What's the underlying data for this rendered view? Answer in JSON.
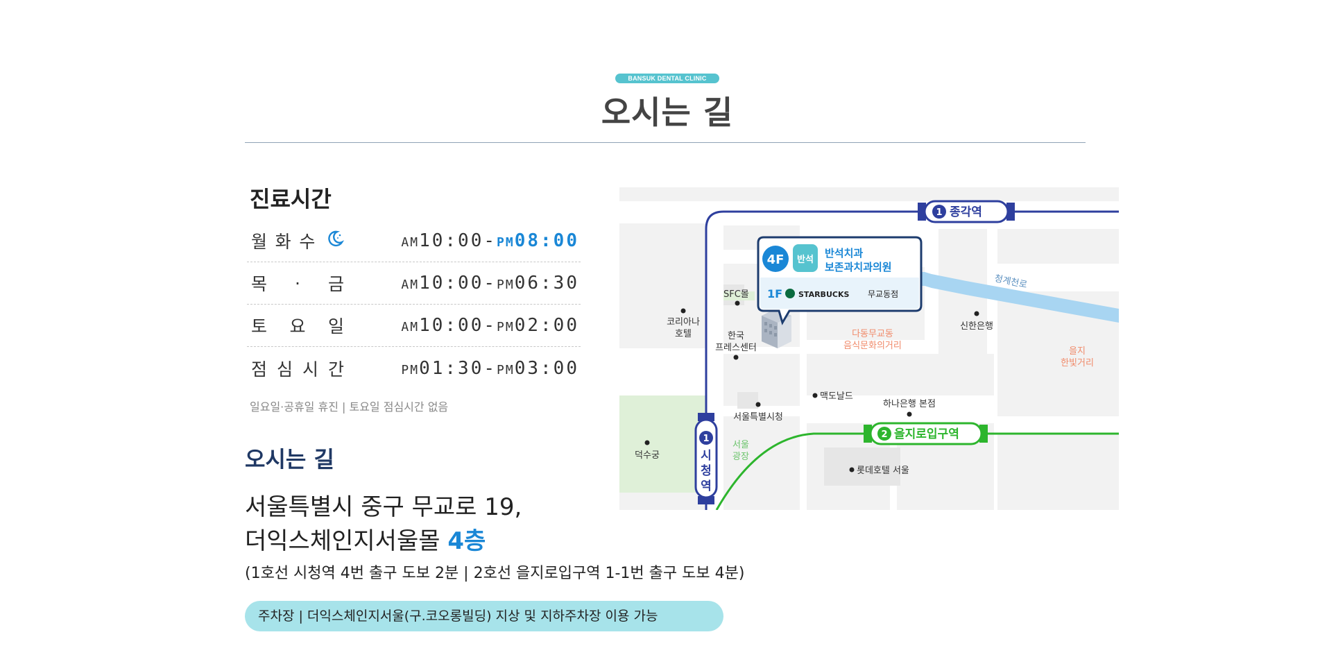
{
  "header": {
    "badge": "BANSUK DENTAL CLINIC",
    "title": "오시는 길"
  },
  "hours": {
    "title": "진료시간",
    "rows": [
      {
        "day_chars": [
          "월",
          "화",
          "수"
        ],
        "am": "AM",
        "start": "10:00",
        "sep": "-",
        "pm": "PM",
        "end": "08:00",
        "night_icon": "moon-icon",
        "highlight": "#1a87d6"
      },
      {
        "day_chars": [
          "목",
          "·",
          "금"
        ],
        "am": "AM",
        "start": "10:00",
        "sep": "-",
        "pm": "PM",
        "end": "06:30"
      },
      {
        "day_chars": [
          "토",
          "요",
          "일"
        ],
        "am": "AM",
        "start": "10:00",
        "sep": "-",
        "pm": "PM",
        "end": "02:00"
      },
      {
        "day_chars": [
          "점",
          "심",
          "시",
          "간"
        ],
        "am": "PM",
        "start": "01:30",
        "sep": "-",
        "pm": "PM",
        "end": "03:00"
      }
    ],
    "note": "일요일·공휴일 휴진  |  토요일 점심시간 없음"
  },
  "directions": {
    "title": "오시는 길",
    "address_line1": "서울특별시 중구 무교로 19,",
    "address_line2": "더익스체인지서울몰 ",
    "address_floor": "4층",
    "transit": "(1호선 시청역 4번 출구 도보 2분  |  2호선 을지로입구역 1-1번 출구 도보 4분)",
    "parking": "주차장  |  더익스체인지서울(구.코오롱빌딩) 지상 및 지하주차장 이용 가능"
  },
  "map": {
    "callout": {
      "floor4": "4F",
      "logo": "반석",
      "clinic_line1": "반석치과",
      "clinic_line2": "보존과치과의원",
      "floor1": "1F",
      "starbucks": "STARBUCKS",
      "starbucks_branch": "무교동점"
    },
    "stations": {
      "jonggak_num": "1",
      "jonggak": "종각역",
      "euljiro_num": "2",
      "euljiro": "을지로입구역",
      "cityhall_num": "1",
      "cityhall": [
        "시",
        "청",
        "역"
      ]
    },
    "road": "청계천로",
    "places": {
      "sfc": "SFC몰",
      "koreana1": "코리아나",
      "koreana2": "호텔",
      "press1": "한국",
      "press2": "프레스센터",
      "mugyo1": "다동무교동",
      "mugyo2": "음식문화의거리",
      "shinhan": "신한은행",
      "euljiro_street1": "을지",
      "euljiro_street2": "한빛거리",
      "mcd": "맥도날드",
      "hana": "하나은행 본점",
      "cityhall_bldg": "서울특별시청",
      "deoksu": "덕수궁",
      "plaza1": "서울",
      "plaza2": "광장",
      "lotte": "롯데호텔 서울"
    },
    "colors": {
      "line1": "#2e3f9e",
      "line2": "#2db52d",
      "stream": "#a8d5f2",
      "callout_border": "#1d3c6e",
      "brand": "#1a87d6",
      "park": "#dff0d8"
    }
  }
}
